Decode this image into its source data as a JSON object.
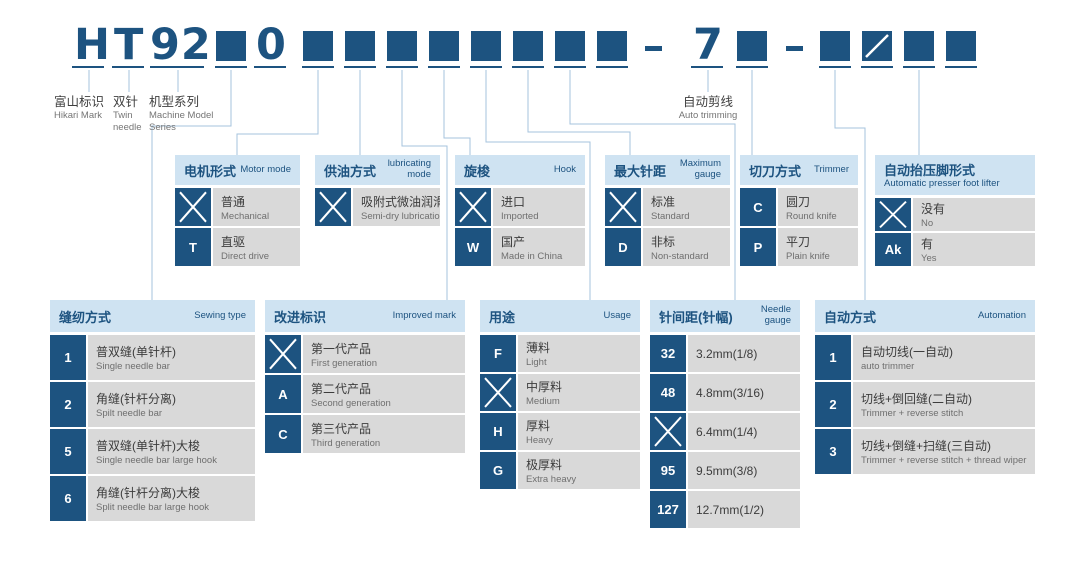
{
  "colors": {
    "primary": "#1d5380",
    "header_bg": "#cfe3f2",
    "row_bg": "#d9d9d9"
  },
  "model": {
    "h": "H",
    "t": "T",
    "series": "92",
    "zero": "0",
    "seven": "7",
    "dash": "-"
  },
  "labels": {
    "hikari": {
      "cn": "富山标识",
      "en": "Hikari Mark"
    },
    "twin": {
      "cn": "双针",
      "en": "Twin needle"
    },
    "series": {
      "cn": "机型系列",
      "en": "Machine Model Series"
    },
    "autotrim": {
      "cn": "自动剪线",
      "en": "Auto trimming"
    }
  },
  "tables": {
    "motor": {
      "title_cn": "电机形式",
      "title_en": "Motor mode",
      "rows": [
        {
          "icon": "x-mark-icon",
          "cn": "普通",
          "en": "Mechanical"
        },
        {
          "code": "T",
          "cn": "直驱",
          "en": "Direct drive"
        }
      ]
    },
    "lube": {
      "title_cn": "供油方式",
      "title_en": "lubricating mode",
      "rows": [
        {
          "icon": "x-mark-icon",
          "cn": "吸附式微油润滑",
          "en": "Semi-dry lubrication"
        }
      ]
    },
    "hook": {
      "title_cn": "旋梭",
      "title_en": "Hook",
      "rows": [
        {
          "icon": "x-mark-icon",
          "cn": "进口",
          "en": "Imported"
        },
        {
          "code": "W",
          "cn": "国产",
          "en": "Made in China"
        }
      ]
    },
    "maxgauge": {
      "title_cn": "最大针距",
      "title_en": "Maximum gauge",
      "rows": [
        {
          "icon": "x-mark-icon",
          "cn": "标准",
          "en": "Standard"
        },
        {
          "code": "D",
          "cn": "非标",
          "en": "Non-standard"
        }
      ]
    },
    "trimmer": {
      "title_cn": "切刀方式",
      "title_en": "Trimmer",
      "rows": [
        {
          "code": "C",
          "cn": "圆刀",
          "en": "Round knife"
        },
        {
          "code": "P",
          "cn": "平刀",
          "en": "Plain knife"
        }
      ]
    },
    "presser": {
      "title_cn": "自动抬压脚形式",
      "title_en": "Automatic  presser foot  lifter",
      "rows": [
        {
          "icon": "x-mark-icon",
          "cn": "没有",
          "en": "No"
        },
        {
          "code": "Ak",
          "cn": "有",
          "en": "Yes"
        }
      ]
    },
    "sewing": {
      "title_cn": "缝纫方式",
      "title_en": "Sewing type",
      "rows": [
        {
          "code": "1",
          "cn": "普双缝(单针杆)",
          "en": "Single needle bar"
        },
        {
          "code": "2",
          "cn": "角缝(针杆分离)",
          "en": "Spilt needle bar"
        },
        {
          "code": "5",
          "cn": "普双缝(单针杆)大梭",
          "en": "Single needle bar large hook"
        },
        {
          "code": "6",
          "cn": "角缝(针杆分离)大梭",
          "en": "Split needle bar large hook"
        }
      ]
    },
    "improved": {
      "title_cn": "改进标识",
      "title_en": "Improved mark",
      "rows": [
        {
          "icon": "x-mark-icon",
          "cn": "第一代产品",
          "en": "First generation"
        },
        {
          "code": "A",
          "cn": "第二代产品",
          "en": "Second generation"
        },
        {
          "code": "C",
          "cn": "第三代产品",
          "en": "Third generation"
        }
      ]
    },
    "usage": {
      "title_cn": "用途",
      "title_en": "Usage",
      "rows": [
        {
          "code": "F",
          "cn": "薄料",
          "en": "Light"
        },
        {
          "icon": "x-mark-icon",
          "cn": "中厚料",
          "en": "Medium"
        },
        {
          "code": "H",
          "cn": "厚料",
          "en": "Heavy"
        },
        {
          "code": "G",
          "cn": "极厚料",
          "en": "Extra heavy"
        }
      ]
    },
    "needle": {
      "title_cn": "针间距(针幅)",
      "title_en": "Needle gauge",
      "rows": [
        {
          "code": "32",
          "cn": "3.2mm(1/8)"
        },
        {
          "code": "48",
          "cn": "4.8mm(3/16)"
        },
        {
          "icon": "x-mark-icon",
          "cn": "6.4mm(1/4)"
        },
        {
          "code": "95",
          "cn": "9.5mm(3/8)"
        },
        {
          "code": "127",
          "cn": "12.7mm(1/2)"
        }
      ]
    },
    "automation": {
      "title_cn": "自动方式",
      "title_en": "Automation",
      "rows": [
        {
          "code": "1",
          "cn": "自动切线(一自动)",
          "en": "auto trimmer"
        },
        {
          "code": "2",
          "cn": "切线+倒回缝(二自动)",
          "en": "Trimmer + reverse stitch"
        },
        {
          "code": "3",
          "cn": "切线+倒缝+扫缝(三自动)",
          "en": "Trimmer + reverse stitch + thread wiper"
        }
      ]
    }
  }
}
